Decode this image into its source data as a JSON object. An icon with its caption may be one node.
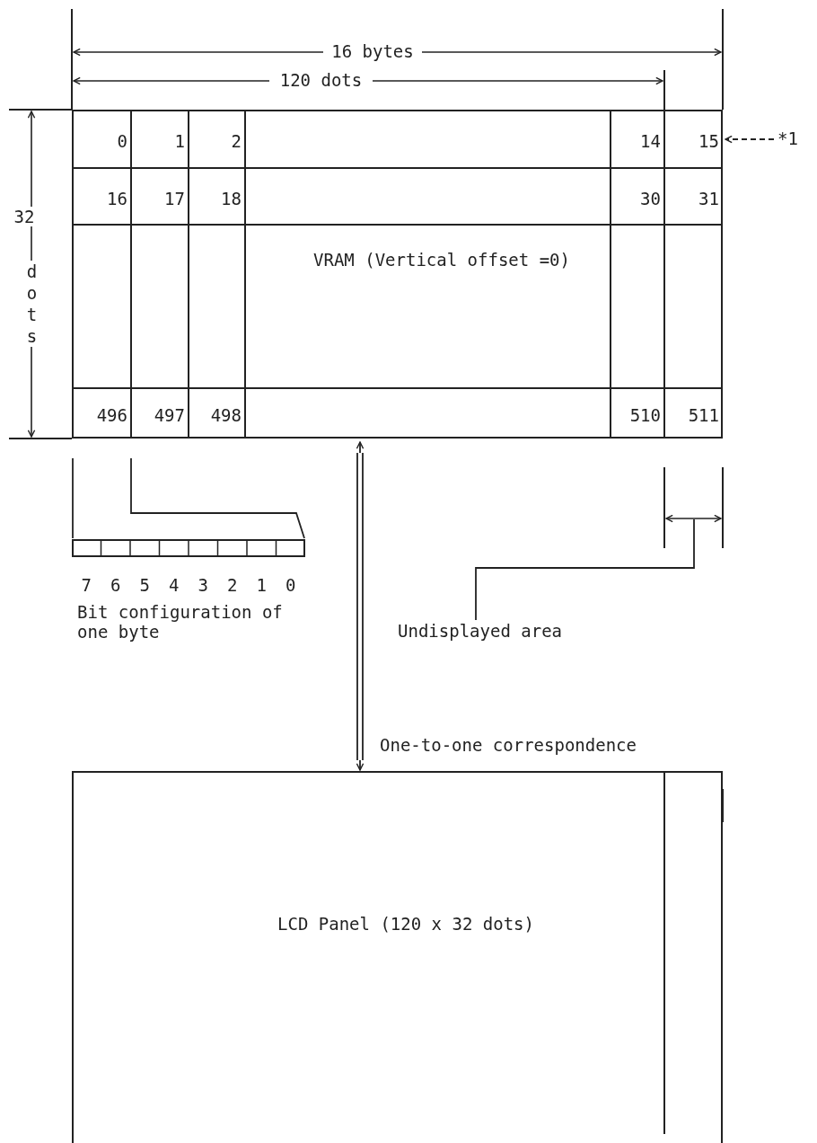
{
  "diagram": {
    "nodes": [
      {
        "text": [
          "VRAM (Vertical offset =0)"
        ]
      },
      {
        "text": [
          "0"
        ],
        "in": 0
      },
      {
        "text": [
          "1"
        ],
        "in": 0
      },
      {
        "text": [
          "2"
        ],
        "in": 0
      },
      {
        "text": [
          "14"
        ],
        "in": 0
      },
      {
        "text": [
          "15"
        ],
        "in": 0
      },
      {
        "text": [
          "16"
        ],
        "in": 0
      },
      {
        "text": [
          "17"
        ],
        "in": 0
      },
      {
        "text": [
          "18"
        ],
        "in": 0
      },
      {
        "text": [
          "30"
        ],
        "in": 0
      },
      {
        "text": [
          "31"
        ],
        "in": 0
      },
      {
        "text": [
          "496"
        ],
        "in": 0
      },
      {
        "text": [
          "497"
        ],
        "in": 0
      },
      {
        "text": [
          "498"
        ],
        "in": 0
      },
      {
        "text": [
          "510"
        ],
        "in": 0
      },
      {
        "text": [
          "511"
        ],
        "in": 0
      },
      {
        "text": [
          "*1"
        ]
      },
      {
        "text": [],
        "shape": "box",
        "beside": [
          "Bit configuration of one byte"
        ]
      },
      {
        "text": [
          "Undisplayed area"
        ]
      },
      {
        "text": [
          "LCD Panel (120 x 32 dots)"
        ]
      }
    ],
    "edges": [
      {
        "from": 16,
        "to": 5,
        "arrow": "to",
        "style": "dashed"
      },
      {
        "from": 11,
        "to": 17,
        "arrow": "none"
      },
      {
        "from": 11,
        "to": 17,
        "arrow": "none"
      },
      {
        "from": 18,
        "to": null,
        "arrow": "none"
      },
      {
        "from": 0,
        "to": 19,
        "arrow": "both",
        "label": "One-to-one correspondence"
      }
    ],
    "labels": [
      "16 bytes",
      "120 dots",
      "32",
      "dots",
      "7",
      "6",
      "5",
      "4",
      "3",
      "2",
      "1",
      "0"
    ]
  }
}
